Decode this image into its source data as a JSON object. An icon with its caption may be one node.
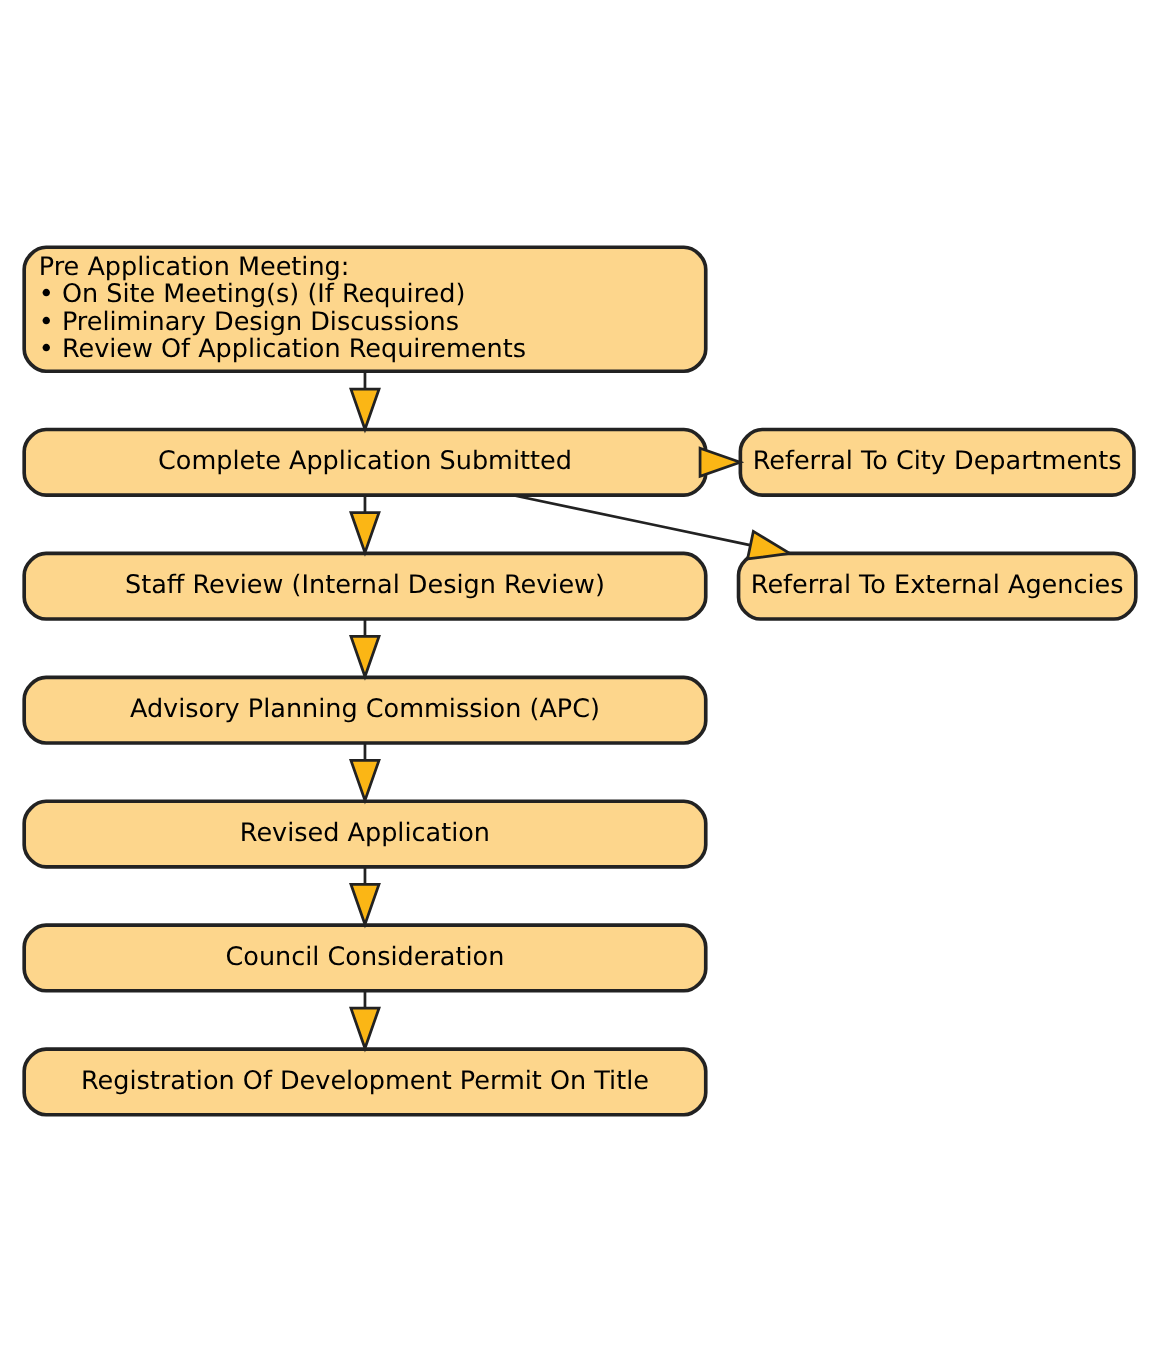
{
  "diagram": {
    "nodes": [
      {
        "text": [
          "Pre Application Meeting:",
          "• On Site Meeting(s) (If Required)",
          "• Preliminary Design Discussions",
          "• Review Of Application Requirements"
        ]
      },
      {
        "text": [
          "Complete Application Submitted"
        ]
      },
      {
        "text": [
          "Staff Review (Internal Design Review)"
        ]
      },
      {
        "text": [
          "Advisory Planning Commission (APC)"
        ]
      },
      {
        "text": [
          "Revised Application"
        ]
      },
      {
        "text": [
          "Council Consideration"
        ]
      },
      {
        "text": [
          "Registration Of Development Permit On Title"
        ]
      },
      {
        "text": [
          "Referral To City Departments"
        ]
      },
      {
        "text": [
          "Referral To External Agencies"
        ]
      }
    ],
    "edges": [
      {
        "from": 0,
        "to": 1,
        "arrow": "to"
      },
      {
        "from": 1,
        "to": 2,
        "arrow": "to"
      },
      {
        "from": 2,
        "to": 3,
        "arrow": "to"
      },
      {
        "from": 3,
        "to": 4,
        "arrow": "to"
      },
      {
        "from": 4,
        "to": 5,
        "arrow": "to"
      },
      {
        "from": 5,
        "to": 6,
        "arrow": "to"
      },
      {
        "from": 1,
        "to": 7,
        "arrow": "to"
      },
      {
        "from": 1,
        "to": 8,
        "arrow": "to"
      }
    ]
  }
}
